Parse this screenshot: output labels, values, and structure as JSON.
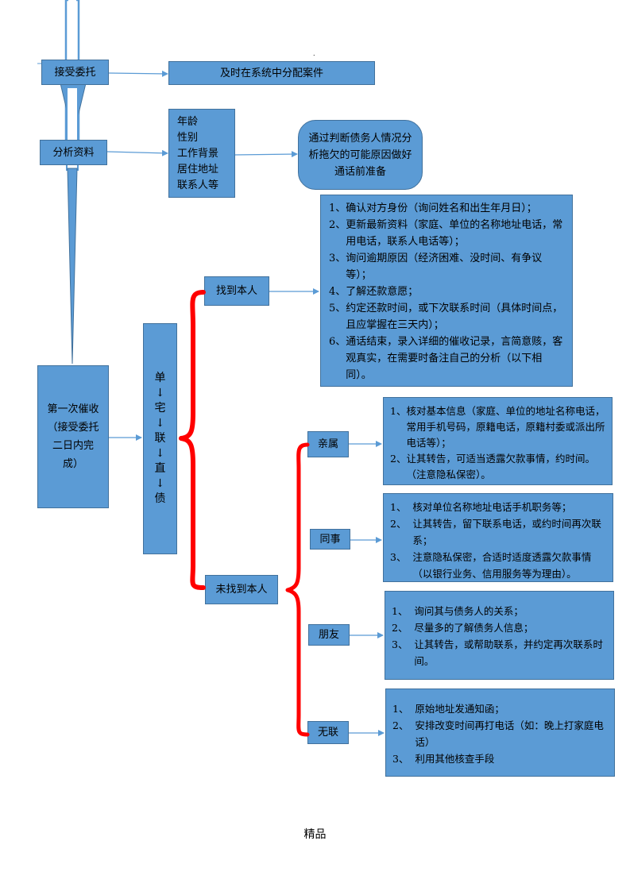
{
  "colors": {
    "box_fill": "#5b9bd5",
    "box_border": "#41719c",
    "brace": "#ff0000",
    "arrow": "#5b9bd5"
  },
  "top_dot": ".",
  "step1": {
    "label": "接受委托",
    "result": "及时在系统中分配案件"
  },
  "step2": {
    "label": "分析资料",
    "fields": [
      "年龄",
      "性别",
      "工作背景",
      "居住地址",
      "联系人等"
    ],
    "result": "通过判断债务人情况分析拖欠的可能原因做好通话前准备"
  },
  "step3": {
    "label": "第一次催收（接受委托二日内完成）",
    "order_chars": [
      "单",
      "↓",
      "宅",
      "↓",
      "联",
      "↓",
      "直",
      "↓",
      "债"
    ],
    "found": {
      "label": "找到本人",
      "items": [
        {
          "num": "1、",
          "text": "确认对方身份（询问姓名和出生年月日）；"
        },
        {
          "num": "2、",
          "text": "更新最新资料（家庭、单位的名称地址电话，常用电话，联系人电话等）；"
        },
        {
          "num": "3、",
          "text": "询问逾期原因（经济困难、没时间、有争议等）；"
        },
        {
          "num": "4、",
          "text": "了解还款意愿；"
        },
        {
          "num": "5、",
          "text": "约定还款时间，或下次联系时间（具体时间点，且应掌握在三天内）；"
        },
        {
          "num": "6、",
          "text": "通话结束，录入详细的催收记录，言简意赅，客观真实，在需要时备注自己的分析（以下相同）。"
        }
      ]
    },
    "not_found": {
      "label": "未找到本人",
      "branches": [
        {
          "label": "亲属",
          "items": [
            {
              "num": "1、",
              "text": "核对基本信息（家庭、单位的地址名称电话，常用手机号码，原籍电话，原籍村委或派出所电话等）；"
            },
            {
              "num": "2、",
              "text": "让其转告，可适当透露欠款事情，约时间。（注意隐私保密）。"
            }
          ]
        },
        {
          "label": "同事",
          "items": [
            {
              "num": "1、  ",
              "text": "核对单位名称地址电话手机职务等；"
            },
            {
              "num": "2、  ",
              "text": "让其转告，留下联系电话，或约时间再次联系；"
            },
            {
              "num": "3、  ",
              "text": "注意隐私保密，合适时适度透露欠款事情（以银行业务、信用服务等为理由）。"
            }
          ]
        },
        {
          "label": "朋友",
          "items": [
            {
              "num": "1、  ",
              "text": "询问其与债务人的关系；"
            },
            {
              "num": "2、  ",
              "text": "尽量多的了解债务人信息；"
            },
            {
              "num": "3、  ",
              "text": "让其转告，或帮助联系，并约定再次联系时间。"
            }
          ]
        },
        {
          "label": "无联",
          "items": [
            {
              "num": "1、  ",
              "text": "原始地址发通知函；"
            },
            {
              "num": "2、  ",
              "text": "安排改变时间再打电话（如：晚上打家庭电话）"
            },
            {
              "num": "3、  ",
              "text": "利用其他核查手段"
            }
          ]
        }
      ]
    }
  },
  "footer": "精品"
}
